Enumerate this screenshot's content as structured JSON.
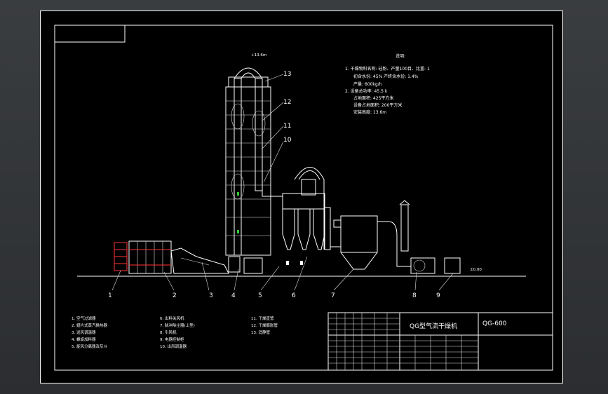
{
  "callouts": [
    "1",
    "2",
    "3",
    "4",
    "5",
    "6",
    "7",
    "8",
    "9",
    "10",
    "11",
    "12",
    "13"
  ],
  "notes": {
    "title": "说明:",
    "lines": [
      "1. 干燥物料名称: 硅粉、产量100目、比重: 1",
      "初含水份: 45% 产终含水份: 1.4%",
      "产量: 600kg/h",
      "2. 设备总功率: 45.5 k",
      "占地面积: 425平方米",
      "设备占地面积: 200平方米",
      "安装高度: 13.6m"
    ]
  },
  "parts_list": {
    "col1": [
      "1. 空气过滤器",
      "2. 翅片式蒸汽换热器",
      "3. 送风调温器",
      "4. 螺旋加料器",
      "5. 旋风分离器及灰斗"
    ],
    "col2": [
      "6. 出料关风机",
      "7. 脉冲除尘器(上型)",
      "8. 引风机",
      "9. 电器控制柜",
      "10. 出风调温器"
    ],
    "col3": [
      "11. 干燥直管",
      "12. 干燥膨胀管",
      "13. 消静管"
    ]
  },
  "title_block": {
    "machine_name": "QG型气流干燥机",
    "code": "QG-600"
  },
  "annotations": {
    "top_elevation": "+13.6m",
    "ground_elevation": "±0.00"
  },
  "colors": {
    "line": "#ffffff",
    "frame": "#ffffff",
    "accent_red": "#ff3333",
    "accent_green": "#33cc33",
    "bg": "#000000"
  }
}
